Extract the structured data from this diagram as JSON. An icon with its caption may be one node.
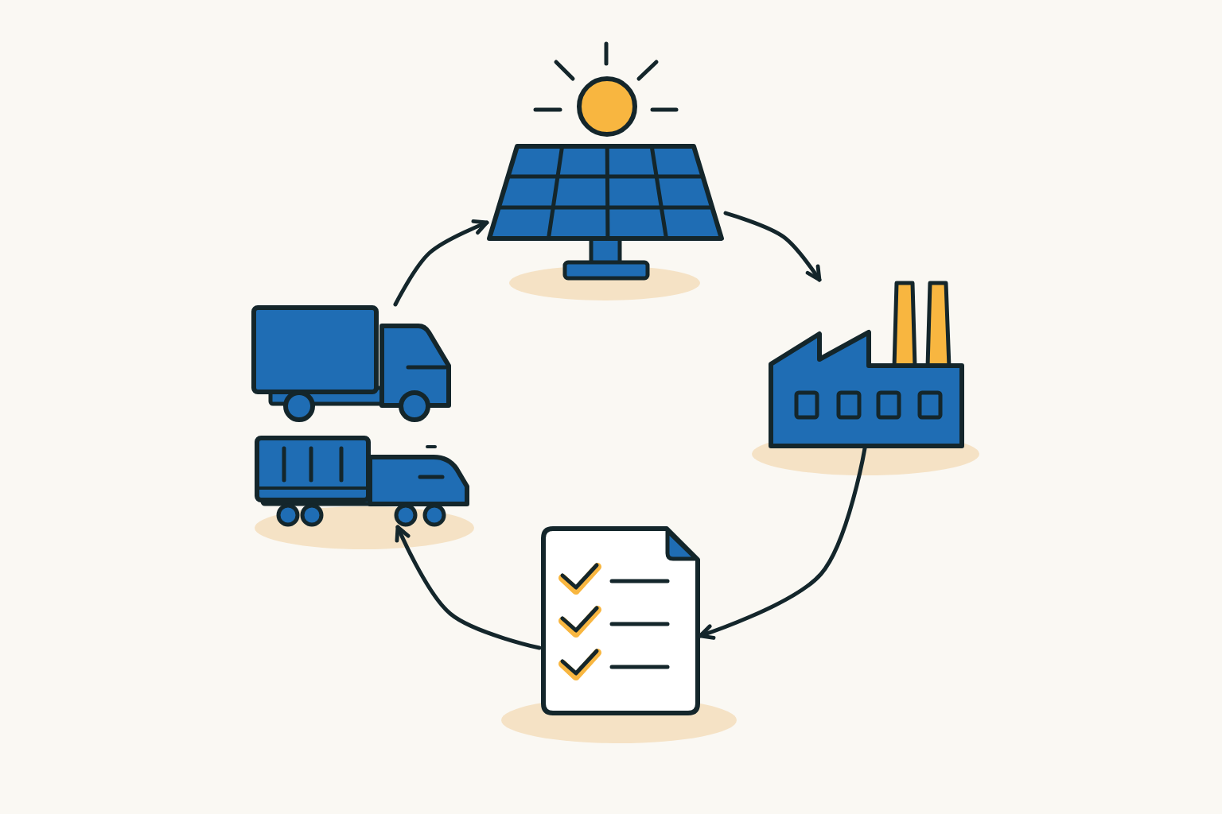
{
  "diagram": {
    "nodes": [
      {
        "text": [],
        "shape": "picture"
      },
      {
        "text": [],
        "shape": "picture"
      },
      {
        "text": [],
        "shape": "picture"
      },
      {
        "text": [],
        "shape": "picture"
      }
    ],
    "edges": [
      {
        "from": 0,
        "to": 1,
        "arrow": "to"
      },
      {
        "from": 1,
        "to": 3,
        "arrow": "to"
      },
      {
        "from": 3,
        "to": 2,
        "arrow": "to"
      },
      {
        "from": 2,
        "to": 0,
        "arrow": "to"
      }
    ]
  }
}
